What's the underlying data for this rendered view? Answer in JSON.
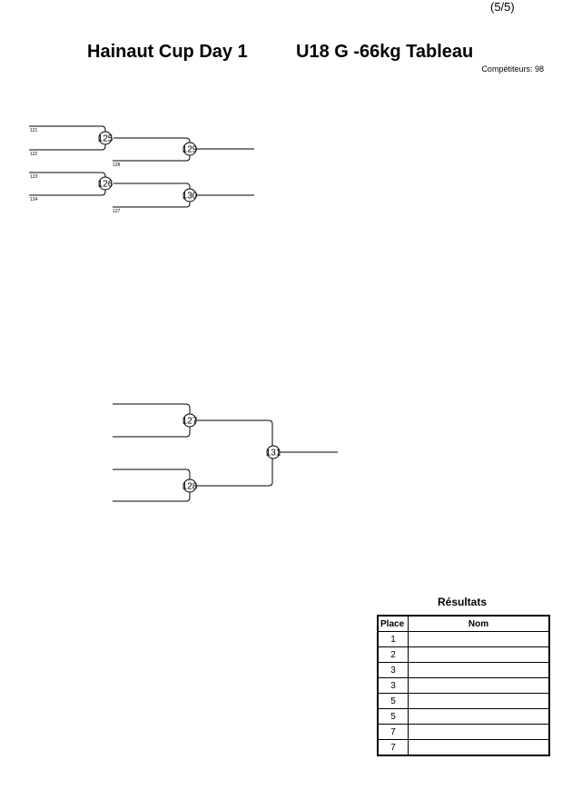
{
  "header": {
    "page_number": "(5/5)",
    "event_title": "Hainaut Cup Day 1",
    "category_title": "U18 G -66kg Tableau",
    "competitors_label": "Compétiteurs:",
    "competitors_count": "98"
  },
  "bracket": {
    "matches": [
      {
        "id": "125",
        "sources": [
          "121",
          "122"
        ]
      },
      {
        "id": "126",
        "sources": [
          "123",
          "124"
        ]
      },
      {
        "id": "129",
        "sources": [
          "125",
          "128"
        ]
      },
      {
        "id": "130",
        "sources": [
          "126",
          "127"
        ]
      },
      {
        "id": "127",
        "sources": []
      },
      {
        "id": "128",
        "sources": []
      },
      {
        "id": "131",
        "sources": [
          "127",
          "128"
        ]
      }
    ]
  },
  "results": {
    "title": "Résultats",
    "headers": {
      "place": "Place",
      "name": "Nom"
    },
    "rows": [
      {
        "place": "1",
        "name": ""
      },
      {
        "place": "2",
        "name": ""
      },
      {
        "place": "3",
        "name": ""
      },
      {
        "place": "3",
        "name": ""
      },
      {
        "place": "5",
        "name": ""
      },
      {
        "place": "5",
        "name": ""
      },
      {
        "place": "7",
        "name": ""
      },
      {
        "place": "7",
        "name": ""
      }
    ]
  }
}
